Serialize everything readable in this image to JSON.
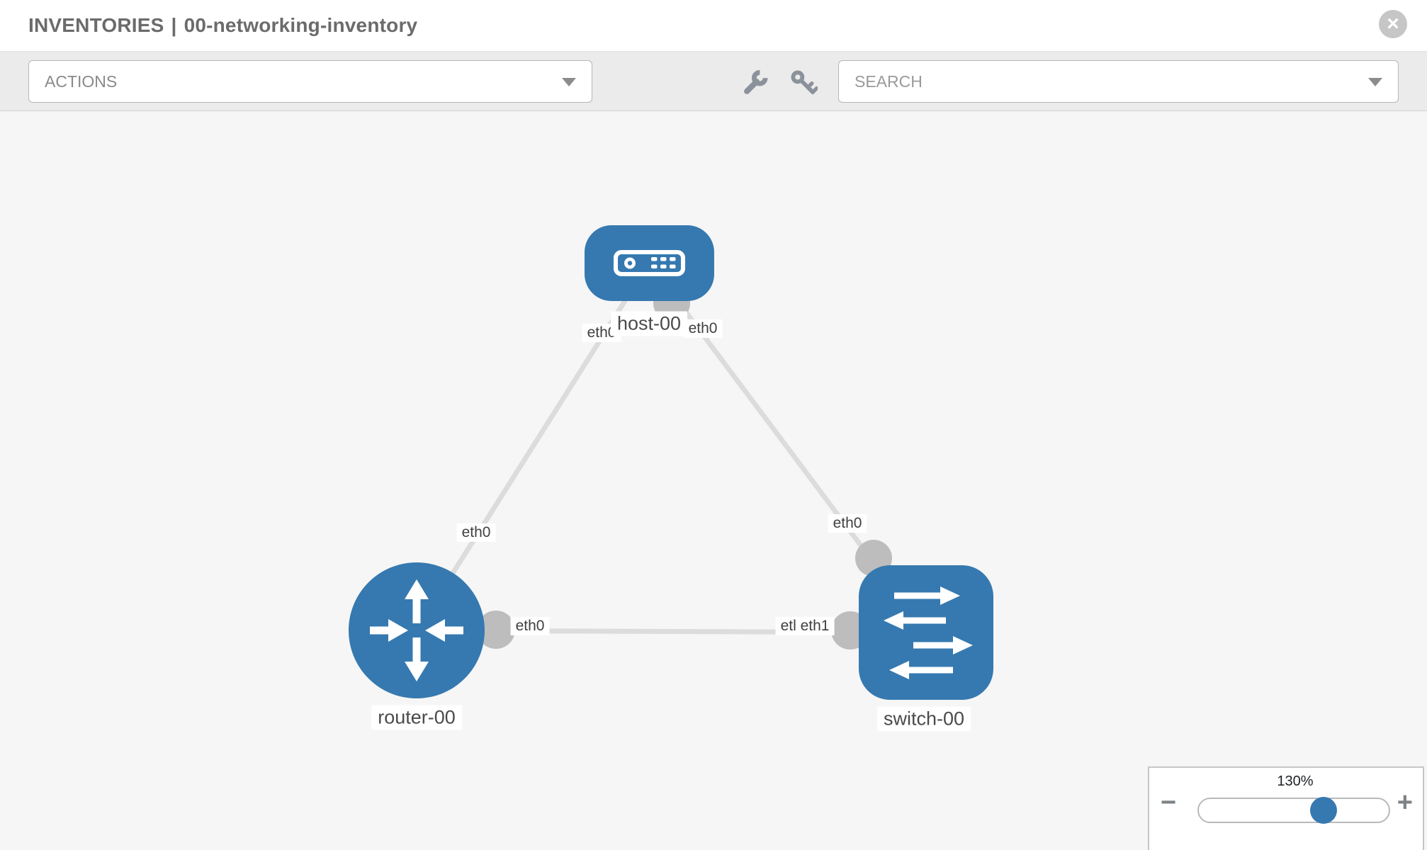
{
  "header": {
    "section": "INVENTORIES",
    "separator": "|",
    "inventory_name": "00-networking-inventory",
    "close_icon": "close"
  },
  "toolbar": {
    "actions_label": "ACTIONS",
    "search_placeholder": "SEARCH",
    "icons": [
      "wrench-icon",
      "key-icon"
    ]
  },
  "topology": {
    "nodes": [
      {
        "id": "host-00",
        "type": "host",
        "label": "host-00"
      },
      {
        "id": "router-00",
        "type": "router",
        "label": "router-00"
      },
      {
        "id": "switch-00",
        "type": "switch",
        "label": "switch-00"
      }
    ],
    "links": [
      {
        "from": "host-00",
        "to": "router-00",
        "from_interface": "eth0",
        "to_interface": "eth0"
      },
      {
        "from": "host-00",
        "to": "switch-00",
        "from_interface": "eth0",
        "to_interface": "eth0"
      },
      {
        "from": "router-00",
        "to": "switch-00",
        "from_interface": "eth0",
        "to_interface": "eth1"
      }
    ]
  },
  "zoom_control": {
    "level": "130%",
    "minus_label": "−",
    "plus_label": "+"
  },
  "colors": {
    "node_blue": "#3679b0",
    "link_gray": "#dcdcdc",
    "connector_gray": "#bdbdbd",
    "canvas_bg": "#f6f6f6",
    "toolbar_bg": "#ebebeb",
    "icon_gray": "#8b929b",
    "close_gray": "#c6c6c6"
  }
}
